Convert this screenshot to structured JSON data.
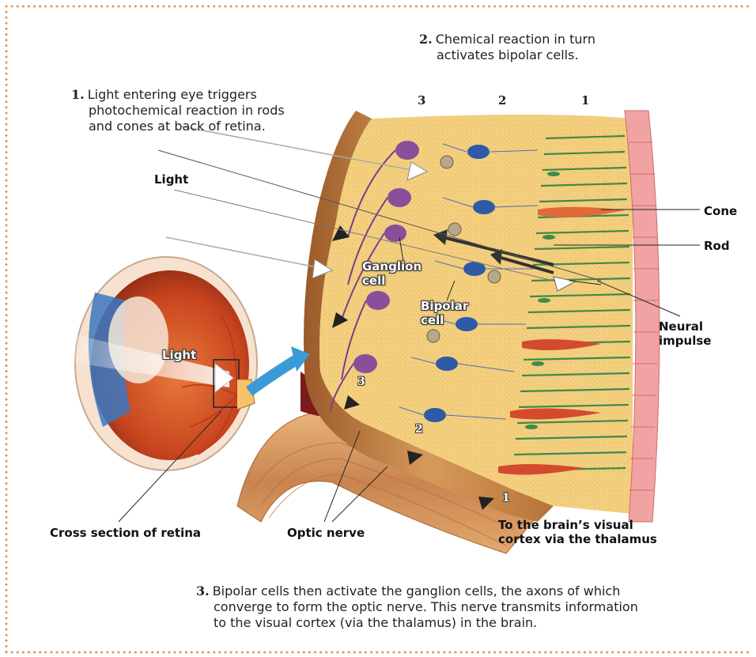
{
  "captions": {
    "step1": {
      "number": "1.",
      "lines": [
        "Light entering eye triggers",
        "photochemical reaction in rods",
        "and cones at back of retina."
      ]
    },
    "step2": {
      "number": "2.",
      "lines": [
        "Chemical reaction in turn",
        "activates bipolar cells."
      ]
    },
    "step3": {
      "number": "3.",
      "lines": [
        "Bipolar cells then activate the ganglion cells, the axons of which",
        "converge to form the optic nerve. This nerve transmits information",
        "to the visual cortex (via the thalamus) in the brain."
      ]
    }
  },
  "layer_numbers": [
    "3",
    "2",
    "1"
  ],
  "labels": {
    "light_top": "Light",
    "light_eye": "Light",
    "cone": "Cone",
    "rod": "Rod",
    "neural_impulse": [
      "Neural",
      "impulse"
    ],
    "ganglion_cell": [
      "Ganglion",
      "cell"
    ],
    "bipolar_cell": [
      "Bipolar",
      "cell"
    ],
    "cross_section": "Cross section of retina",
    "optic_nerve": "Optic nerve",
    "to_brain": [
      "To the brain’s visual",
      "cortex via the thalamus"
    ]
  },
  "pathway_numbers": [
    "3",
    "2",
    "1"
  ],
  "colors": {
    "border_dots": "#e8955a",
    "retina_bg": "#f3cf7e",
    "nerve_fiber": "#c9854a",
    "rod": "#3f8a4a",
    "cone": "#d44a2f",
    "bipolar": "#2f5aa8",
    "ganglion": "#8a4f9a",
    "eye_iris": "#3b78c2",
    "eye_interior": "#d8572c",
    "arrow_blue": "#3a9ad8"
  }
}
